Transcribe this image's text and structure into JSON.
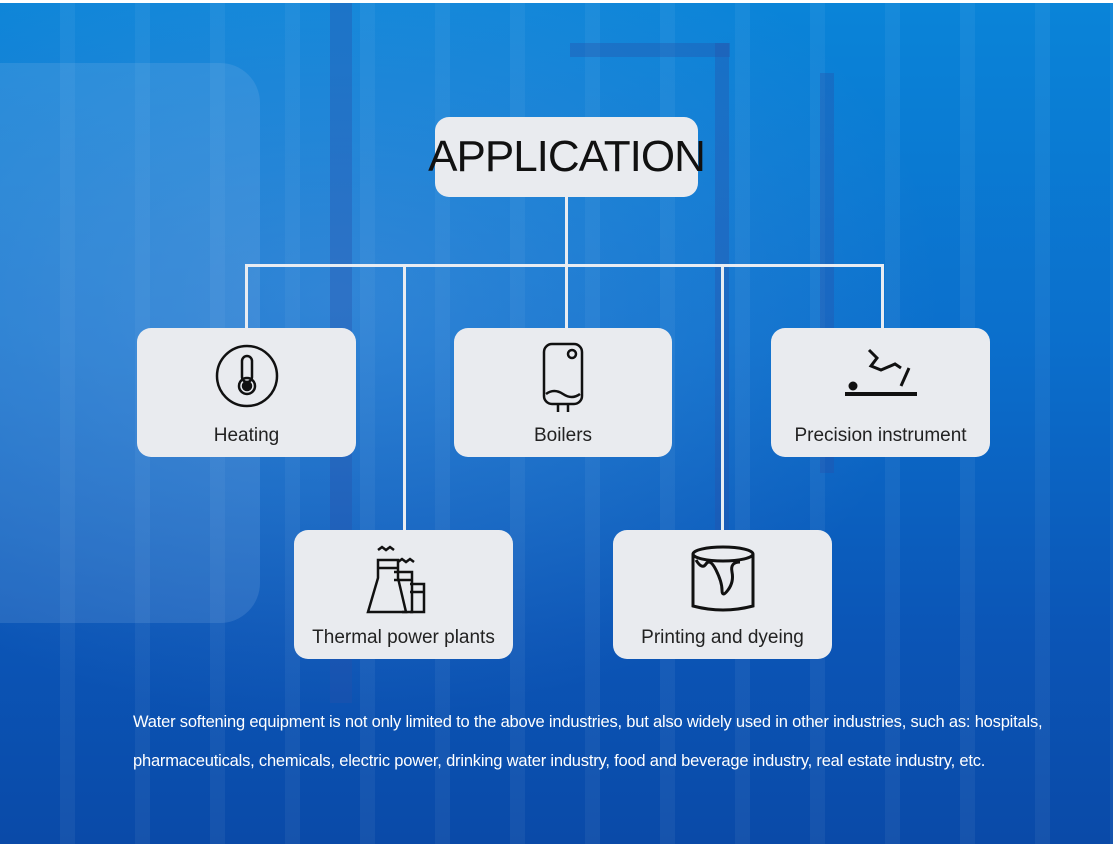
{
  "title": "APPLICATION",
  "applications": [
    {
      "label": "Heating",
      "icon": "thermometer-cycle-icon"
    },
    {
      "label": "Boilers",
      "icon": "water-heater-icon"
    },
    {
      "label": "Precision instrument",
      "icon": "robotic-arm-icon"
    },
    {
      "label": "Thermal power plants",
      "icon": "power-plant-icon"
    },
    {
      "label": "Printing and dyeing",
      "icon": "paint-bucket-icon"
    }
  ],
  "description": "Water softening equipment is not only limited to the above industries, but also widely used in other industries, such as: hospitals, pharmaceuticals, chemicals, electric power, drinking water industry, food and beverage industry, real estate industry, etc.",
  "colors": {
    "background": "#0b6fcc",
    "box": "#e9ebef",
    "connector": "#e8ecf2"
  }
}
